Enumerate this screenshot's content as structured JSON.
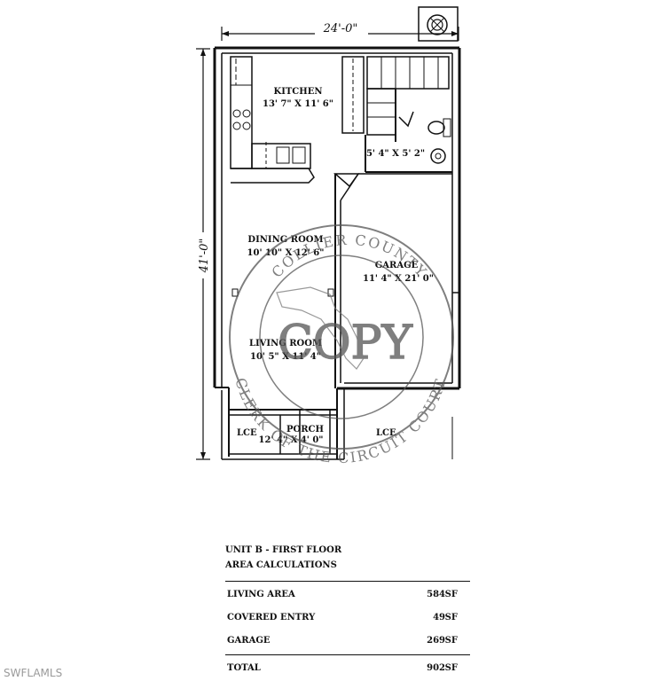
{
  "plan": {
    "width_dim": "24'-0\"",
    "height_dim": "41'-0\"",
    "rooms": {
      "kitchen": {
        "name": "KITCHEN",
        "size": "13' 7\" X 11' 6\""
      },
      "bath": {
        "size": "5' 4\" X 5' 2\""
      },
      "dining": {
        "name": "DINING ROOM",
        "size": "10' 10\" X 12' 6\""
      },
      "garage": {
        "name": "GARAGE",
        "size": "11' 4\" X 21' 0\""
      },
      "living": {
        "name": "LIVING ROOM",
        "size": "10' 5\" X 11' 4\""
      },
      "porch": {
        "name": "PORCH",
        "size": "12' 4\" X 4' 0\""
      },
      "lce_left": "LCE",
      "lce_right": "LCE"
    }
  },
  "stamp": {
    "center": "COPY",
    "top_arc": "COLLIER COUNTY",
    "bottom_arc": "CLERK OF THE CIRCUIT COURT"
  },
  "table": {
    "title1": "UNIT B - FIRST FLOOR",
    "title2": "AREA CALCULATIONS",
    "rows": [
      {
        "label": "LIVING AREA",
        "value": "584",
        "unit": "SF"
      },
      {
        "label": "COVERED ENTRY",
        "value": "49",
        "unit": "SF"
      },
      {
        "label": "GARAGE",
        "value": "269",
        "unit": "SF"
      }
    ],
    "total": {
      "label": "TOTAL",
      "value": "902",
      "unit": "SF"
    }
  },
  "watermark": "SWFLAMLS"
}
